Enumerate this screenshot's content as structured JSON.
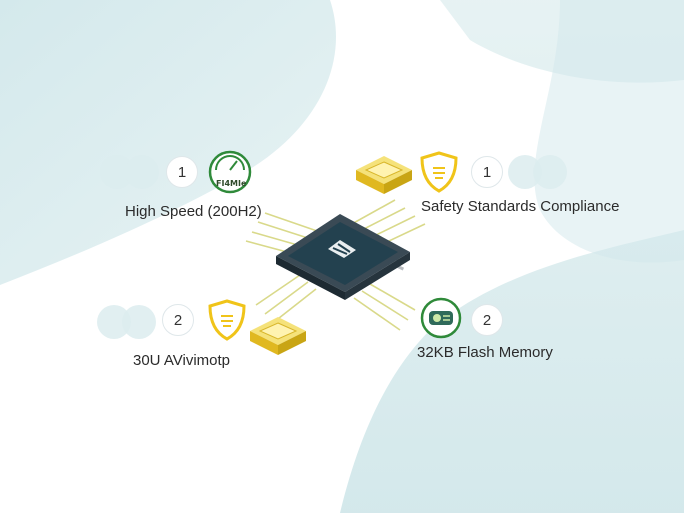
{
  "features": [
    {
      "id": "top-left",
      "number": "1",
      "label": "High Speed (200H2)",
      "badge_text": "FI4MIe",
      "icon": "speedometer-icon"
    },
    {
      "id": "top-right",
      "number": "1",
      "label": "Safety Standards Compliance",
      "icon": "shield-icon"
    },
    {
      "id": "bottom-left",
      "number": "2",
      "label": "30U AVivimotp",
      "icon": "shield-icon"
    },
    {
      "id": "bottom-right",
      "number": "2",
      "label": "32KB Flash Memory",
      "icon": "memory-gauge-icon"
    }
  ],
  "colors": {
    "accent_green": "#2f8a3a",
    "accent_yellow": "#f0c419",
    "chip_body": "#1f3a4a",
    "background_teal": "#d6ecee"
  }
}
